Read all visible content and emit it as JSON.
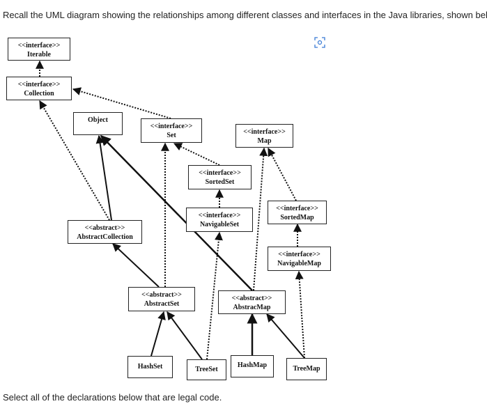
{
  "prompt_text": "Recall the UML diagram showing the relationships among different classes and interfaces in the Java libraries, shown below.",
  "footer_text": "Select all of the declarations below that are legal code.",
  "expand_icon": "expand-image-icon",
  "boxes": {
    "iterable": {
      "stereotype": "<<interface>>",
      "name": "Iterable"
    },
    "collection": {
      "stereotype": "<<interface>>",
      "name": "Collection"
    },
    "object": {
      "stereotype": "",
      "name": "Object"
    },
    "set": {
      "stereotype": "<<interface>>",
      "name": "Set"
    },
    "map": {
      "stereotype": "<<interface>>",
      "name": "Map"
    },
    "sortedset": {
      "stereotype": "<<interface>>",
      "name": "SortedSet"
    },
    "navigableset": {
      "stereotype": "<<interface>>",
      "name": "NavigableSet"
    },
    "sortedmap": {
      "stereotype": "<<interface>>",
      "name": "SortedMap"
    },
    "abstractcollection": {
      "stereotype": "<<abstract>>",
      "name": "AbstractCollection"
    },
    "navigablemap": {
      "stereotype": "<<interface>>",
      "name": "NavigableMap"
    },
    "abstractset": {
      "stereotype": "<<abstract>>",
      "name": "AbstractSet"
    },
    "abstractmap": {
      "stereotype": "<<abstract>>",
      "name": "AbstracMap"
    },
    "hashset": {
      "stereotype": "",
      "name": "HashSet"
    },
    "treeset": {
      "stereotype": "",
      "name": "TreeSet"
    },
    "hashmap": {
      "stereotype": "",
      "name": "HashMap"
    },
    "treemap": {
      "stereotype": "",
      "name": "TreeMap"
    }
  }
}
